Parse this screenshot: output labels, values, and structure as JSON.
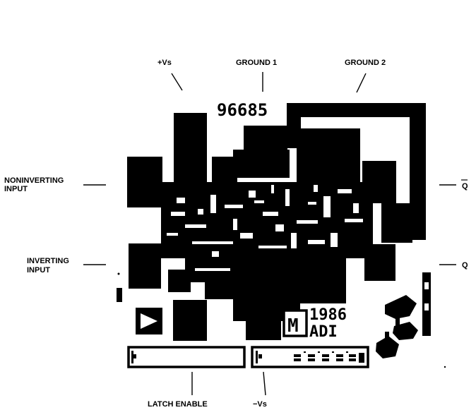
{
  "chip": {
    "part_number": "96685",
    "year": "1986",
    "maker": "ADI",
    "logo_letter": "M"
  },
  "pins": {
    "vs_pos": "+Vs",
    "ground1": "GROUND 1",
    "ground2": "GROUND 2",
    "noninv_line1": "NONINVERTING",
    "noninv_line2": "INPUT",
    "inv_line1": "INVERTING",
    "inv_line2": "INPUT",
    "q_bar": "Q",
    "q": "Q",
    "latch_enable": "LATCH ENABLE",
    "vs_neg": "−Vs"
  }
}
